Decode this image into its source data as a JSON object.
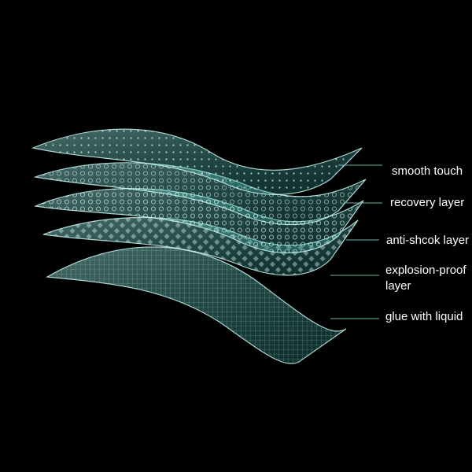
{
  "diagram": {
    "background": "#000000",
    "layer_color": "#7fd6cf",
    "layer_edge_color": "#c8fbf6",
    "leader_color": "#6fb6b2",
    "labels": [
      {
        "lines": [
          "smooth touch"
        ]
      },
      {
        "lines": [
          "recovery layer"
        ]
      },
      {
        "lines": [
          "anti-shcok layer"
        ]
      },
      {
        "lines": [
          "explosion-proof",
          "layer"
        ]
      },
      {
        "lines": [
          "glue with liquid"
        ]
      }
    ]
  }
}
